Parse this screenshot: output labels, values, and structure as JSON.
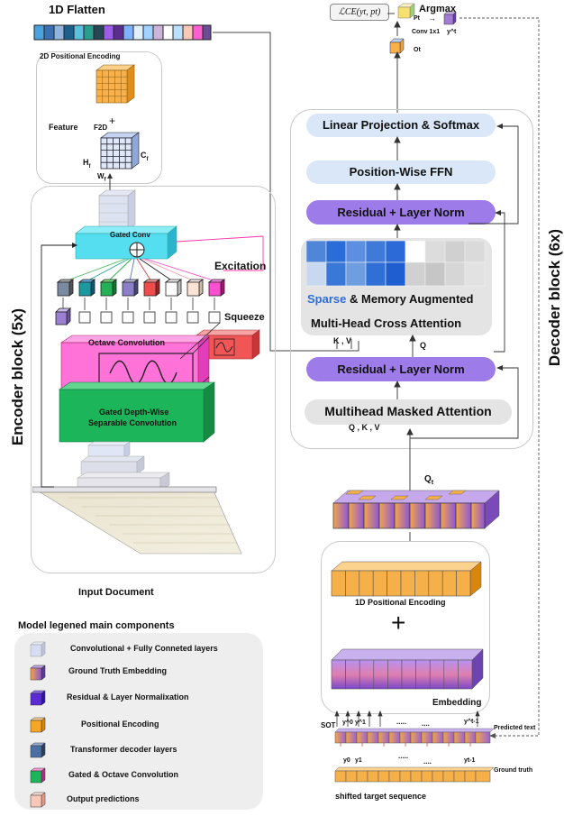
{
  "encoder": {
    "flatten_label": "1D  Flatten",
    "positional_label": "2D Positional Encoding",
    "feature_label": "Feature",
    "f2d_label": "F2D",
    "h_label": "H",
    "h_sub": "f",
    "w_label": "W",
    "w_sub": "f",
    "c_label": "C",
    "c_sub": "f",
    "gated_conv_label": "Gated Conv",
    "excitation_label": "Excitation",
    "squeeze_label": "Squeeze",
    "octave_label": "Octave Convolution",
    "depthwise_label_1": "Gated Depth-Wise",
    "depthwise_label_2": "Separable Convolution",
    "block_label": "Encoder  block (5x)",
    "input_label": "Input Document"
  },
  "decoder": {
    "loss_label": "ℒCE(yt, pt)",
    "argmax_label": "Argmax",
    "pt_label": "Pt",
    "yhat_label": "y^t",
    "conv_label": "Conv 1x1",
    "ot_label": "Ot",
    "linear_label": "Linear Projection & Softmax",
    "ffn_label": "Position-Wise FFN",
    "norm_top_label": "Residual + Layer Norm",
    "sparse_word": "Sparse",
    "memory_label": " & Memory Augmented",
    "cross_label": "Multi-Head Cross Attention",
    "kv_label": "K , V",
    "q_label": "Q",
    "norm_bottom_label": "Residual + Layer Norm",
    "masked_label": "Multihead Masked Attention",
    "qkv_label": "Q , K , V",
    "qt_label": "Q",
    "qt_sub": "t",
    "block_label": "Decoder block (6x)",
    "pos1d_label": "1D Positional Encoding",
    "plus_label": "+",
    "embedding_label": "Embedding",
    "sot_label": "SOT",
    "y0hat": "y^0",
    "y1hat": "y^1",
    "dots1": ".....",
    "dots2": "....",
    "yt1hat": "y^t-1",
    "predicted_label": "Predicted text",
    "y0": "y0",
    "y1": "y1",
    "dots3": ".....",
    "dots4": "....",
    "yt1": "yt-1",
    "ground_label": "Ground truth",
    "shifted_label": "shifted target sequence"
  },
  "legend": {
    "title": "Model legened main components",
    "items": [
      {
        "label": "Convolutional + Fully Conneted layers",
        "color": "#d6dcf2"
      },
      {
        "label": "Ground Truth Embedding",
        "color": "#a066c8"
      },
      {
        "label": "Residual & Layer Normalixation",
        "color": "#5b2bd6"
      },
      {
        "label": "Positional Encoding",
        "color": "#f5a623"
      },
      {
        "label": "Transformer decoder layers",
        "color": "#4a6fa5"
      },
      {
        "label": "Gated & Octave Convolution",
        "color": "#1db55a"
      },
      {
        "label": "Output predictions",
        "color": "#f7c7b8"
      }
    ]
  },
  "colors": {
    "orange": "#f7b04a",
    "purple": "#9b6bd6",
    "violet_bar": "#9d7be8",
    "light_blue_bar": "#d9e7f8",
    "gray_bar": "#e4e4e4",
    "cyan": "#55ddf0",
    "pink": "#ff5fd0",
    "green": "#1db55a",
    "red": "#f25555"
  }
}
